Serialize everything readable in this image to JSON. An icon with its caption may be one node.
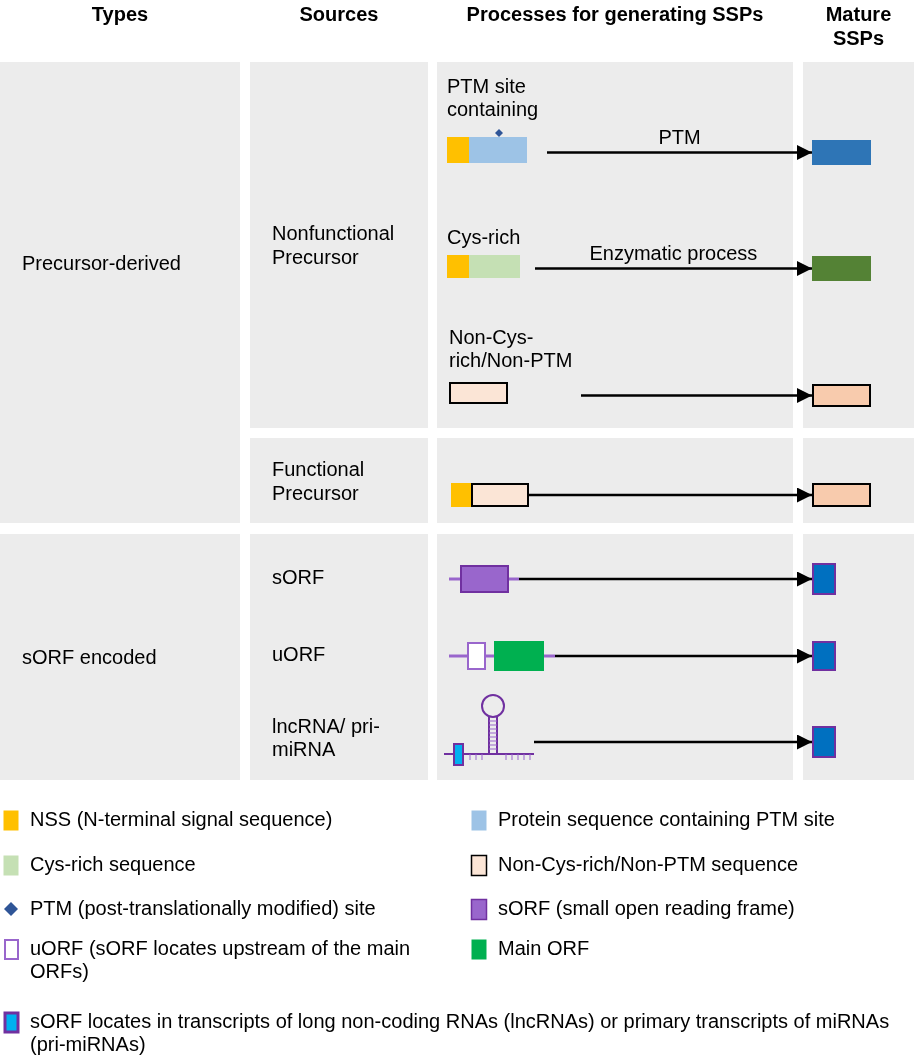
{
  "diagram": {
    "nodes": [
      {
        "text": [
          "Precursor-derived"
        ]
      },
      {
        "text": [
          "Nonfunctional Precursor"
        ]
      },
      {
        "text": [],
        "shape": "box"
      },
      {
        "text": [
          "PTM site containing"
        ],
        "in": 2
      },
      {
        "text": [
          "Cys-rich"
        ],
        "in": 2
      },
      {
        "text": [
          "Non-Cys-rich/Non-PTM"
        ],
        "in": 2
      },
      {
        "text": [],
        "shape": "box"
      },
      {
        "text": [],
        "shape": "bar",
        "in": 6
      },
      {
        "text": [],
        "shape": "bar",
        "in": 6
      },
      {
        "text": [],
        "shape": "bar",
        "in": 6
      },
      {
        "text": [
          "Functional Precursor"
        ]
      },
      {
        "text": [],
        "shape": "box"
      },
      {
        "text": [],
        "shape": "bar",
        "in": 11
      },
      {
        "text": [],
        "shape": "box"
      },
      {
        "text": [],
        "shape": "bar",
        "in": 13
      },
      {
        "text": [
          "sORF encoded"
        ]
      },
      {
        "text": [
          "sORF",
          "uORF",
          "lncRNA/ pri-miRNA"
        ]
      },
      {
        "text": [],
        "shape": "box"
      },
      {
        "text": [],
        "shape": "bar",
        "in": 17
      },
      {
        "text": [],
        "shape": "bar",
        "in": 17
      },
      {
        "text": [],
        "shape": "picture",
        "in": 17
      },
      {
        "text": [],
        "shape": "box"
      },
      {
        "text": [],
        "shape": "bar",
        "in": 21
      },
      {
        "text": [],
        "shape": "bar",
        "in": 21
      },
      {
        "text": [],
        "shape": "bar",
        "in": 21
      }
    ],
    "edges": [
      {
        "from": 3,
        "to": 7,
        "arrow": "to",
        "label": "PTM"
      },
      {
        "from": 4,
        "to": 8,
        "arrow": "to",
        "label": "Enzymatic process"
      },
      {
        "from": 5,
        "to": 9,
        "arrow": "to"
      },
      {
        "from": 12,
        "to": 14,
        "arrow": "to"
      },
      {
        "from": 18,
        "to": 22,
        "arrow": "to"
      },
      {
        "from": 19,
        "to": 23,
        "arrow": "to"
      },
      {
        "from": 20,
        "to": 24,
        "arrow": "to"
      }
    ],
    "labels": [
      "Types",
      "Sources",
      "Processes for generating SSPs",
      "Mature SSPs"
    ],
    "legend": [
      {
        "text": "NSS (N-terminal signal sequence)",
        "color": "#ffc000"
      },
      {
        "text": "Protein sequence containing PTM site",
        "color": "#9dc3e6"
      },
      {
        "text": "Cys-rich sequence",
        "color": "#c5e0b4"
      },
      {
        "text": "Non-Cys-rich/Non-PTM sequence",
        "color": "#fbe5d6"
      },
      {
        "text": "PTM (post-translationally modified) site"
      },
      {
        "text": "sORF (small open reading frame)",
        "color": "#9966cc"
      },
      {
        "text": "uORF (sORF locates upstream of the main ORFs)"
      },
      {
        "text": "Main ORF",
        "color": "#00b050"
      },
      {
        "text": "sORF locates in transcripts of long non-coding RNAs (lncRNAs) or primary transcripts of miRNAs (pri-miRNAs)"
      }
    ]
  }
}
